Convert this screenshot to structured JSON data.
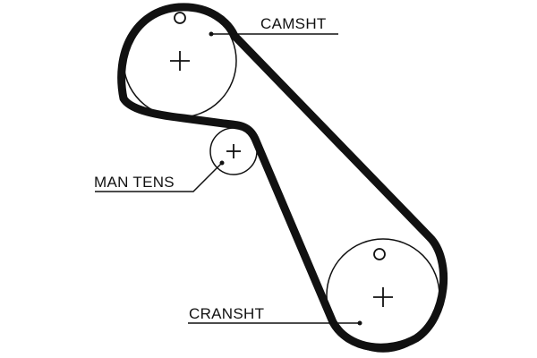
{
  "labels": {
    "camshaft": "CAMSHT",
    "tensioner": "MAN TENS",
    "crankshaft": "CRANSHT"
  },
  "colors": {
    "belt": "#111111",
    "background": "#ffffff"
  }
}
